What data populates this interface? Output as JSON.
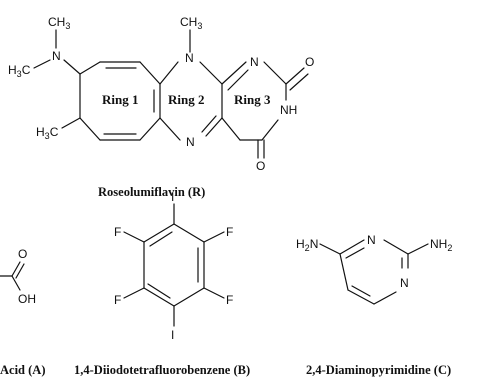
{
  "figure": {
    "rings": {
      "ring1": "Ring 1",
      "ring2": "Ring 2",
      "ring3": "Ring 3"
    },
    "captions": {
      "r": "Roseolumiflavin (R)",
      "a": "Acid (A)",
      "b": "1,4-Diiodotetrafluorobenzene (B)",
      "c": "2,4-Diaminopyrimidine (C)"
    },
    "atoms": {
      "n": "N",
      "o": "O",
      "f": "F",
      "i": "I",
      "nh": "NH",
      "oh": "OH",
      "ch3": "CH",
      "h3c": "H",
      "h2n": "H",
      "nh2": "NH",
      "c": "C",
      "n_sub": "N",
      "sub3": "3",
      "sub2": "2"
    }
  }
}
